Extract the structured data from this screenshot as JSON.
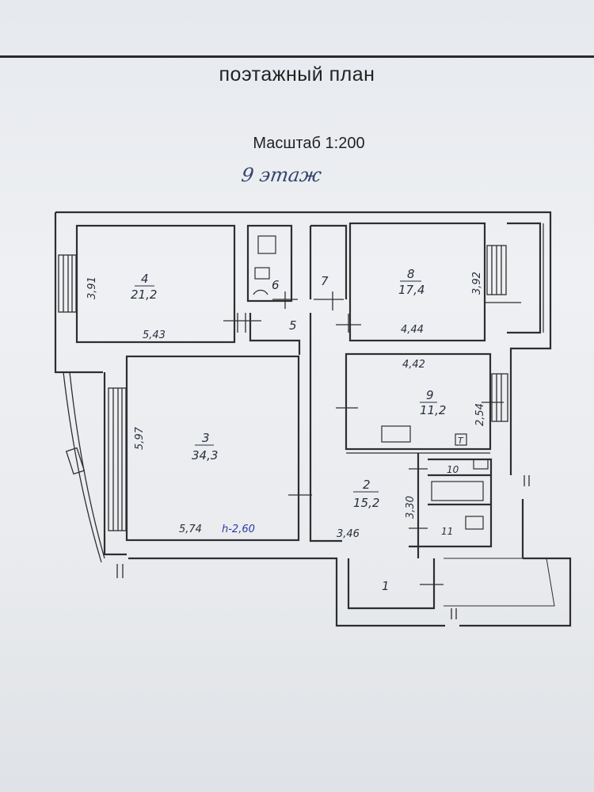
{
  "header": {
    "title": "поэтажный план",
    "scale": "Масштаб 1:200",
    "floor_note": "9 этаж"
  },
  "plan": {
    "rooms": [
      {
        "number": "1",
        "area": ""
      },
      {
        "number": "2",
        "area": "15,2"
      },
      {
        "number": "3",
        "area": "34,3"
      },
      {
        "number": "4",
        "area": "21,2"
      },
      {
        "number": "5",
        "area": ""
      },
      {
        "number": "6",
        "area": ""
      },
      {
        "number": "7",
        "area": ""
      },
      {
        "number": "8",
        "area": "17,4"
      },
      {
        "number": "9",
        "area": "11,2"
      },
      {
        "number": "10",
        "area": ""
      },
      {
        "number": "11",
        "area": ""
      }
    ],
    "dimensions": {
      "r4_height": "3,91",
      "r4_width": "5,43",
      "r8_height": "3,92",
      "r8_width": "4,44",
      "r9_width": "4,42",
      "r9_height": "2,54",
      "r3_height": "5,97",
      "r3_width": "5,74",
      "ceiling_height": "h-2,60",
      "r2_width": "3,46",
      "r2_height": "3,30"
    },
    "symbols": {
      "boiler": "T"
    },
    "colors": {
      "wall": "#2e2e2e",
      "ink": "#2a2f3c",
      "blue_ink": "#2b3aa8"
    }
  }
}
